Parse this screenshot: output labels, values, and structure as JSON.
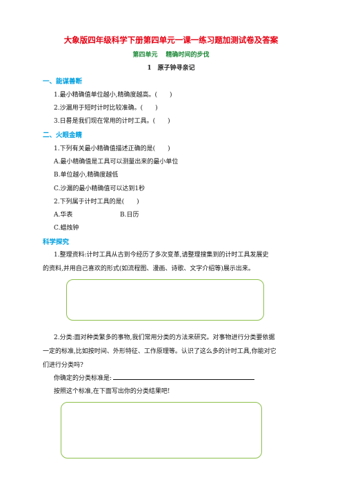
{
  "title": "大象版四年级科学下册第四单元一课一练习题加测试卷及答案",
  "unit": {
    "label": "第四单元",
    "name": "精确时间的步伐"
  },
  "lesson": "1　原子钟寻亲记",
  "section1": {
    "heading": "一、能谋善断",
    "items": [
      "1.最小精确值单位越小,精确度越高。(　　)",
      "2.沙漏用于短时计时比较准确。(　　)",
      "3.日晷是我们现在常用的计时工具。(　　)"
    ]
  },
  "section2": {
    "heading": "二、火眼金睛",
    "q1": "1.下列有关最小精确值描述正确的是(　　)",
    "q1_options": [
      "A.最小精确值是工具可以测量出来的最小单位",
      "B.单位越小,精确度越低",
      "C.沙漏的最小精确值可以达到1秒"
    ],
    "q2": "2.下列属于计时工具的是(　　)",
    "q2_options": [
      "A.华表",
      "B.日历",
      "C.蜡烛钟"
    ]
  },
  "section3": {
    "heading": "科学探究",
    "p1_line1": "1.整理资料:计时工具从古到今经历了多次变革,请整理搜集到的计时工具发展史",
    "p1_line2": "的资料,并用自己喜欢的形式(如流程图、漫画、诗歌、文字介绍等)展示出来。",
    "p2_line1": "2.分类:面对种类繁多的事物,我们常用分类的方法来研究。对事物进行分类要依据",
    "p2_line2": "一定的标准,比如按时间、外形特征、工作原理等。认识了这么多的计时工具,你能对它",
    "p2_line3": "们进行分类吗?",
    "standard_prompt": "你确定的分类标准是:",
    "result_prompt": "按照这个标准,在下面写出你的分类结果吧!"
  }
}
